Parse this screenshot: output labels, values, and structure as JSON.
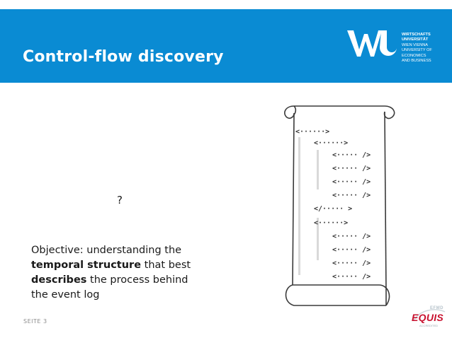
{
  "slide": {
    "title": "Control-flow discovery",
    "question_mark": "?",
    "objective": {
      "line1": "Objective: understanding the",
      "line2_bold": "temporal structure",
      "line2_rest": " that best",
      "line3_bold": "describes",
      "line3_rest": " the process behind",
      "line4": "the event log"
    },
    "footer": "SEITE 3"
  },
  "logo": {
    "mark": "WU",
    "lines": [
      "WIRTSCHAFTS",
      "UNIVERSITÄT",
      "WIEN VIENNA",
      "UNIVERSITY OF",
      "ECONOMICS",
      "AND BUSINESS"
    ]
  },
  "accreditation": {
    "top": "EFMD",
    "name": "EQUIS",
    "sub": "ACCREDITED"
  },
  "colors": {
    "header_bg": "#0a8bd3",
    "title_text": "#ffffff",
    "equis_red": "#c8102e"
  },
  "icons": {
    "scroll": "xml-scroll-icon",
    "logo": "wu-logo"
  }
}
